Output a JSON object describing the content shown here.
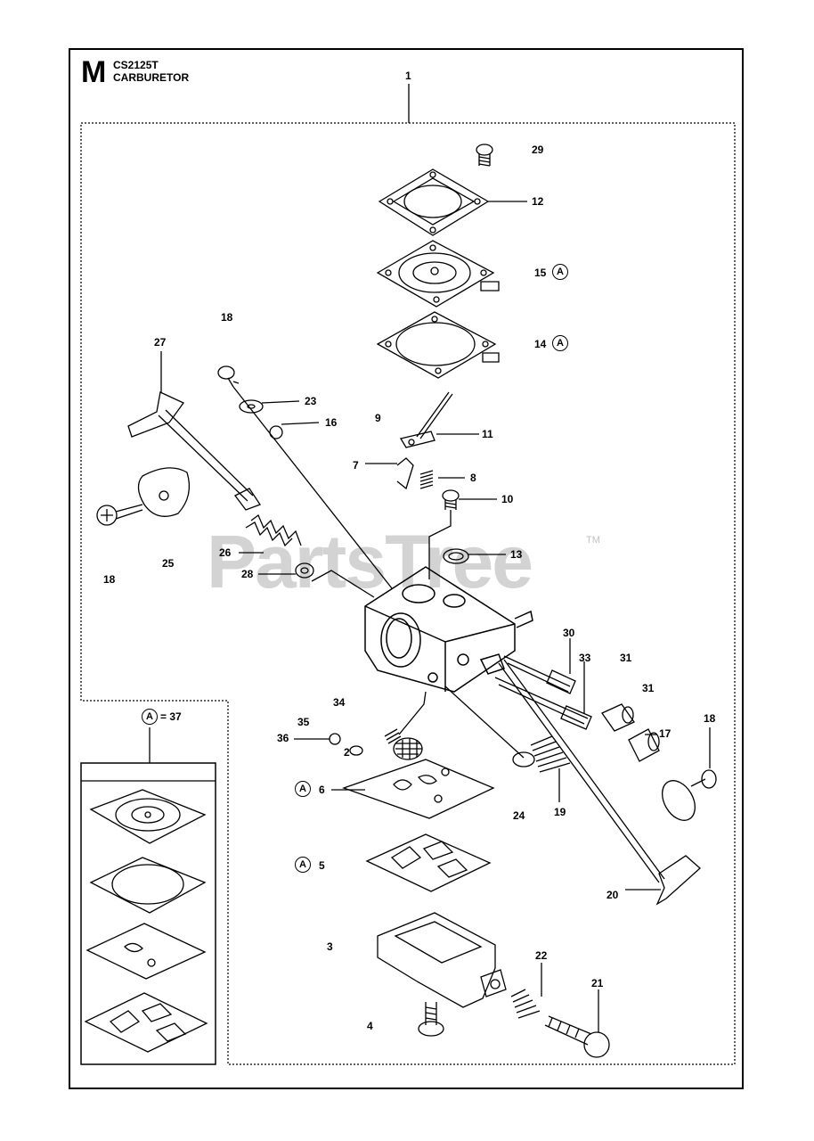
{
  "header": {
    "section_letter": "M",
    "model": "CS2125T",
    "title": "CARBURETOR"
  },
  "watermark": {
    "text": "PartsTree",
    "trademark": "TM"
  },
  "kit": {
    "badge": "A",
    "equals": "= 37"
  },
  "callouts": {
    "c1": "1",
    "c29": "29",
    "c12": "12",
    "c15": "15",
    "c14": "14",
    "c18a": "18",
    "c27": "27",
    "c23": "23",
    "c16": "16",
    "c9": "9",
    "c11": "11",
    "c7": "7",
    "c8": "8",
    "c10": "10",
    "c13": "13",
    "c26": "26",
    "c25": "25",
    "c28": "28",
    "c18b": "18",
    "c30": "30",
    "c33": "33",
    "c31a": "31",
    "c31b": "31",
    "c17": "17",
    "c18c": "18",
    "c34": "34",
    "c35": "35",
    "c36": "36",
    "c2": "2",
    "c6": "6",
    "c24": "24",
    "c19": "19",
    "c5": "5",
    "c20": "20",
    "c3": "3",
    "c22": "22",
    "c21": "21",
    "c4": "4"
  },
  "badges": {
    "b15": "A",
    "b14": "A",
    "b6": "A",
    "b5": "A",
    "bkit": "A"
  }
}
